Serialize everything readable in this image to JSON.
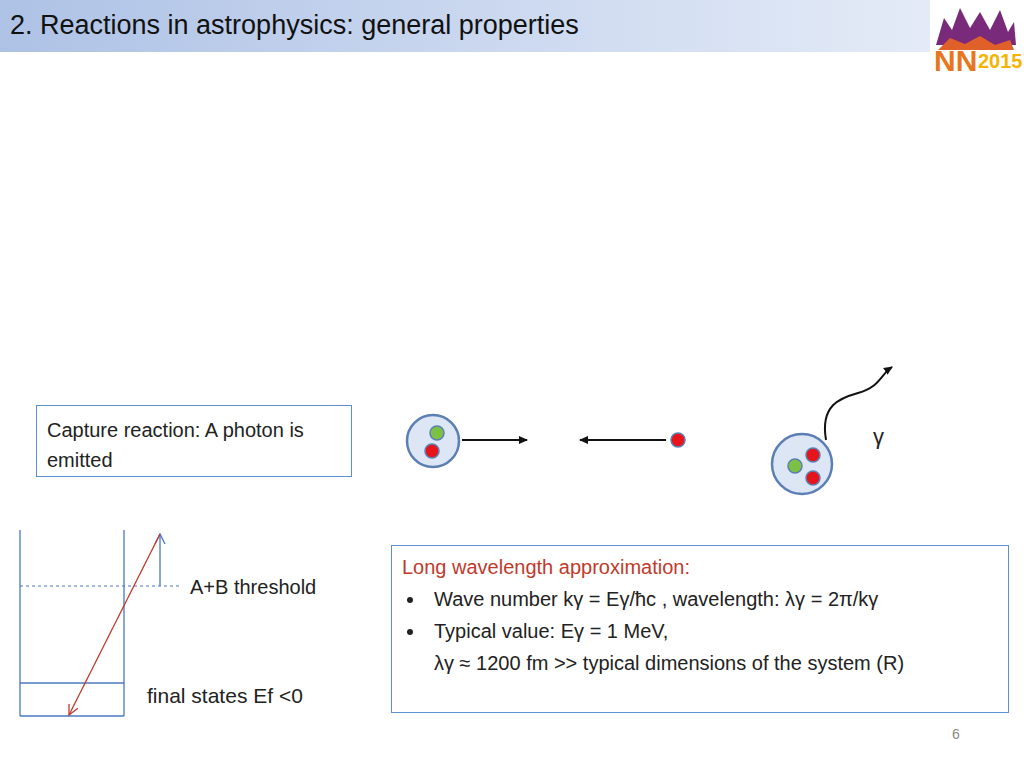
{
  "diagram": {
    "title": "2. Reactions in astrophysics: general properties",
    "nodes": [
      {
        "text": [
          "Capture reaction: A photon is emitted"
        ]
      },
      {
        "text": [
          "Long wavelength approximation:",
          "Wave number kγ = Eγ/ħc , wavelength: λγ = 2π/kγ",
          "Typical value: Eγ = 1 MeV,",
          "λγ ≈ 1200 fm >> typical dimensions of the system (R)"
        ]
      }
    ],
    "labels": [
      "NN",
      "2015",
      "γ",
      "A+B threshold",
      "final states Ef <0",
      "6"
    ]
  }
}
